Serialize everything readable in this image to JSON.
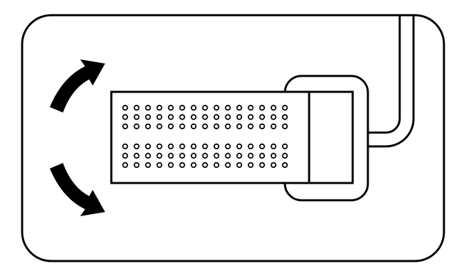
{
  "diagram": {
    "stroke_color": "#000000",
    "background_color": "#ffffff",
    "frame": {
      "shape": "rounded-rectangle"
    },
    "arrows": [
      {
        "name": "rotate-up-arrow",
        "direction": "up-right"
      },
      {
        "name": "rotate-down-arrow",
        "direction": "down-right"
      }
    ],
    "perforated_panel": {
      "hole_groups": [
        {
          "name": "upper-hole-block",
          "rows": 3,
          "cols": 15
        },
        {
          "name": "lower-hole-block",
          "rows": 3,
          "cols": 15
        }
      ]
    },
    "end_cap": {
      "shape": "rounded-bracket"
    },
    "cable": {
      "shape": "double-line-elbow",
      "route": "right-then-up"
    }
  }
}
